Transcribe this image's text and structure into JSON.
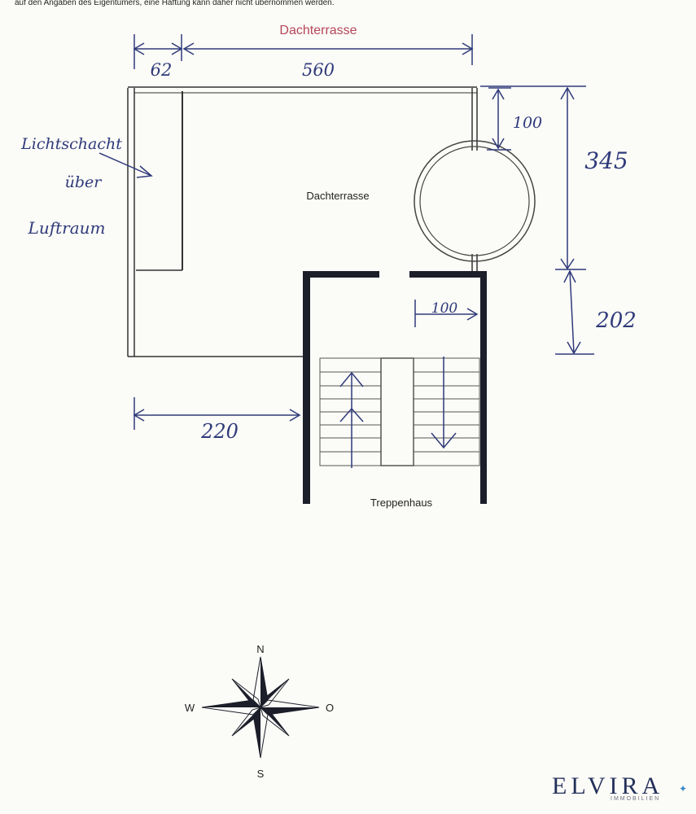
{
  "disclaimer": "auf den Angaben des Eigentümers, eine Haftung kann daher nicht übernommen werden.",
  "plan": {
    "title": "Dachterrasse",
    "room_terrace": "Dachterrasse",
    "room_stair": "Treppenhaus",
    "dims": {
      "d62": "62",
      "d560": "560",
      "d100_top": "100",
      "d345": "345",
      "d202": "202",
      "d100_inner": "100",
      "d220": "220"
    },
    "note": [
      "Lichtschacht",
      "über",
      "Luftraum"
    ]
  },
  "compass": {
    "n": "N",
    "s": "S",
    "w": "W",
    "o": "O"
  },
  "logo": {
    "name": "ELVIRA",
    "sub": "IMMOBILIEN"
  },
  "colors": {
    "ink": "#2f3a7a",
    "title": "#b5465a",
    "wall": "#1c1f2a"
  }
}
